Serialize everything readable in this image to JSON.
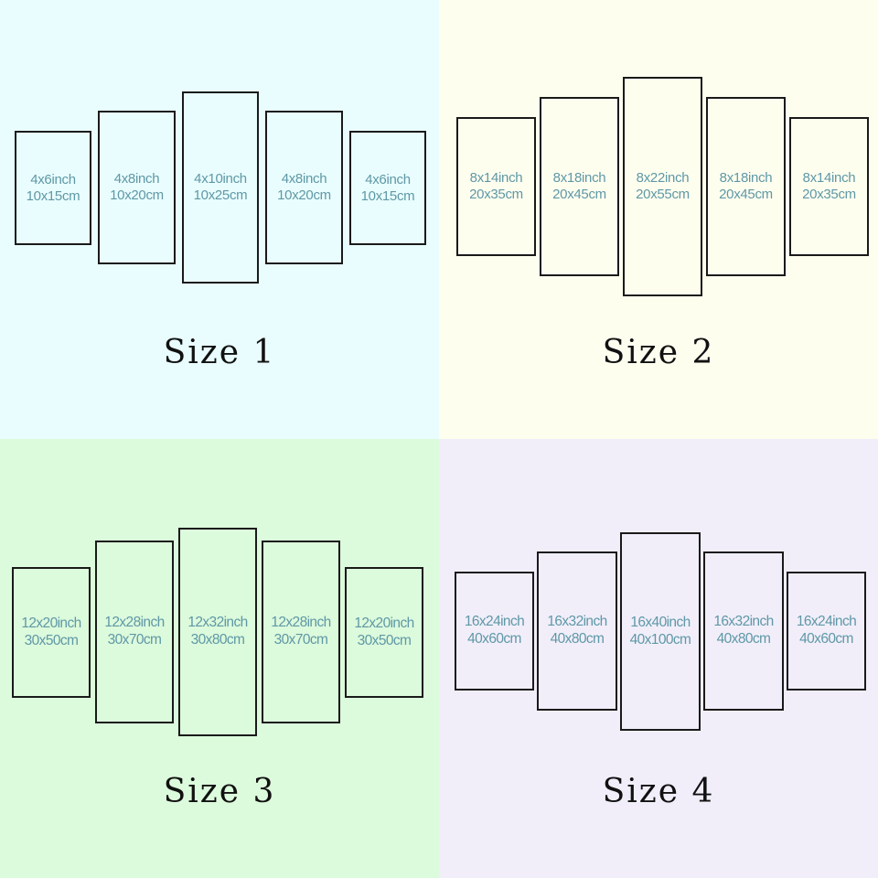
{
  "colors": {
    "quadrant_1_bg": "#e9fdfe",
    "quadrant_2_bg": "#fefeef",
    "quadrant_3_bg": "#dcfadc",
    "quadrant_4_bg": "#f1eefa",
    "panel_border": "#1a1a1a",
    "dimension_text": "#5f98a6"
  },
  "quadrants": [
    {
      "label": "Size 1",
      "panels": [
        {
          "inch": "4x6inch",
          "cm": "10x15cm"
        },
        {
          "inch": "4x8inch",
          "cm": "10x20cm"
        },
        {
          "inch": "4x10inch",
          "cm": "10x25cm"
        },
        {
          "inch": "4x8inch",
          "cm": "10x20cm"
        },
        {
          "inch": "4x6inch",
          "cm": "10x15cm"
        }
      ]
    },
    {
      "label": "Size 2",
      "panels": [
        {
          "inch": "8x14inch",
          "cm": "20x35cm"
        },
        {
          "inch": "8x18inch",
          "cm": "20x45cm"
        },
        {
          "inch": "8x22inch",
          "cm": "20x55cm"
        },
        {
          "inch": "8x18inch",
          "cm": "20x45cm"
        },
        {
          "inch": "8x14inch",
          "cm": "20x35cm"
        }
      ]
    },
    {
      "label": "Size 3",
      "panels": [
        {
          "inch": "12x20inch",
          "cm": "30x50cm"
        },
        {
          "inch": "12x28inch",
          "cm": "30x70cm"
        },
        {
          "inch": "12x32inch",
          "cm": "30x80cm"
        },
        {
          "inch": "12x28inch",
          "cm": "30x70cm"
        },
        {
          "inch": "12x20inch",
          "cm": "30x50cm"
        }
      ]
    },
    {
      "label": "Size 4",
      "panels": [
        {
          "inch": "16x24inch",
          "cm": "40x60cm"
        },
        {
          "inch": "16x32inch",
          "cm": "40x80cm"
        },
        {
          "inch": "16x40inch",
          "cm": "40x100cm"
        },
        {
          "inch": "16x32inch",
          "cm": "40x80cm"
        },
        {
          "inch": "16x24inch",
          "cm": "40x60cm"
        }
      ]
    }
  ]
}
